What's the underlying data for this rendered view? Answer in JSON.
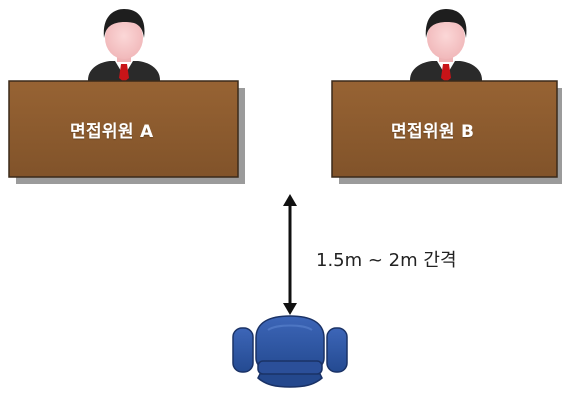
{
  "panelists": [
    {
      "label": "면접위원 A"
    },
    {
      "label": "면접위원 B"
    }
  ],
  "distance_label": "1.5m ~ 2m 간격",
  "colors": {
    "desk_fill": "#8C5A2D",
    "desk_shadow": "#7a7a7a",
    "hair": "#1e1e1e",
    "face": "#f4c3c4",
    "suit": "#2a2a2a",
    "shirt": "#ffffff",
    "tie": "#c81418",
    "arrow": "#111111",
    "chair": "#2f56a5",
    "chair_dark": "#1f3f7e"
  },
  "icons": {
    "panelist": "person-icon",
    "chair": "chair-icon",
    "arrow": "double-arrow-icon"
  }
}
